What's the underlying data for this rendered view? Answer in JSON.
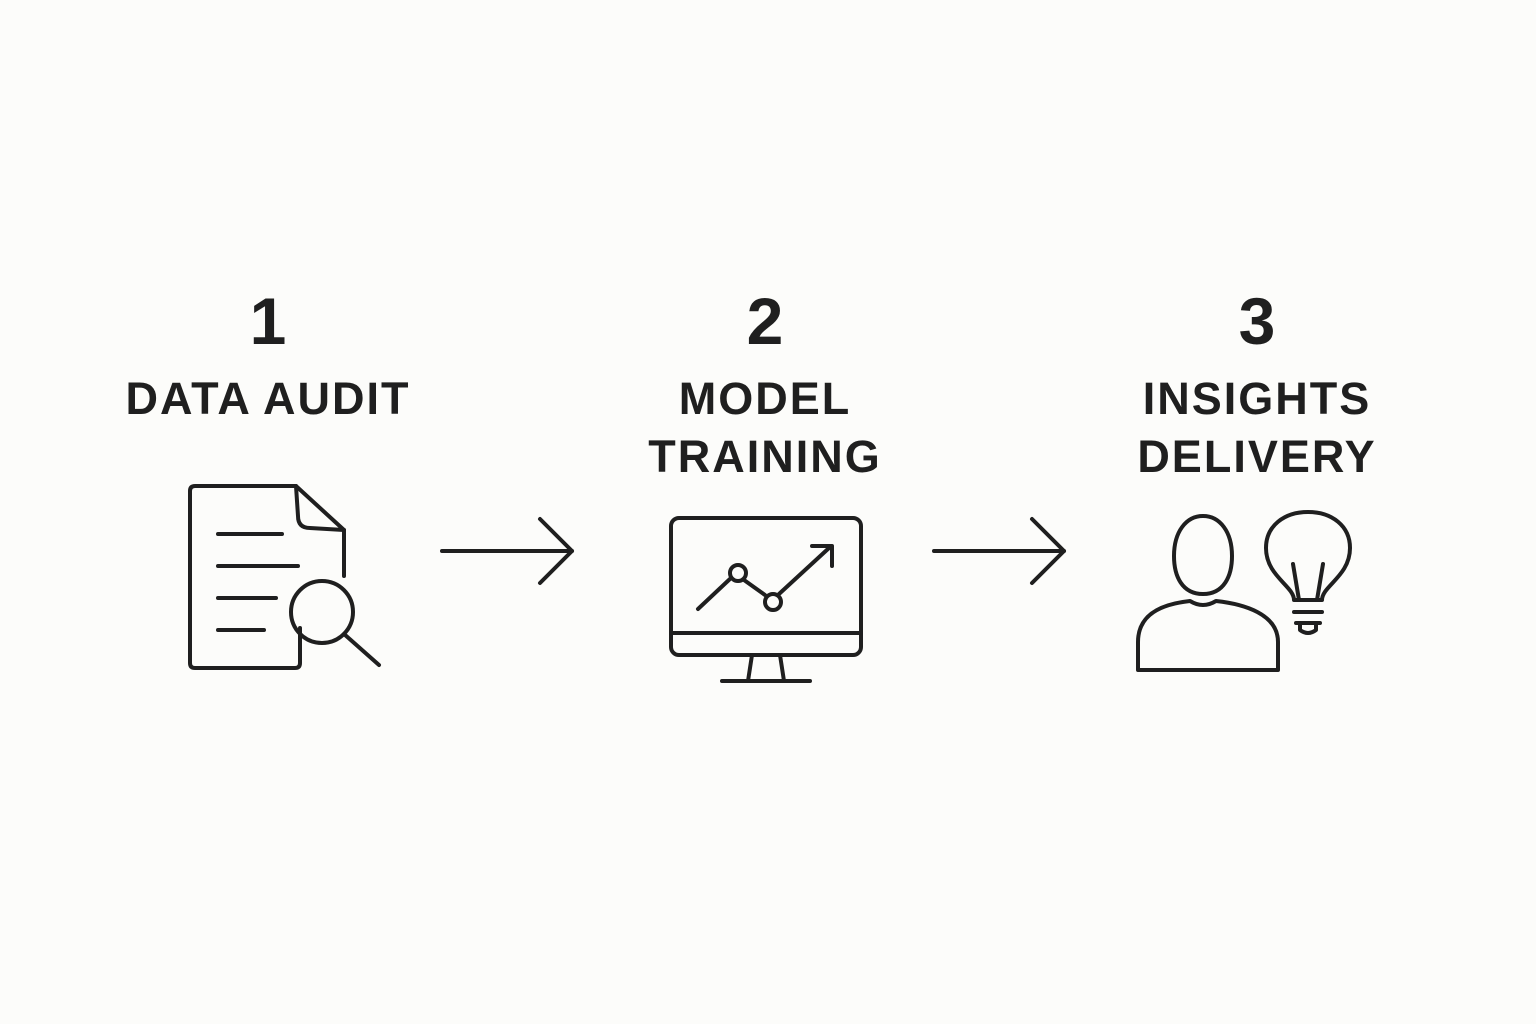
{
  "steps": [
    {
      "number": "1",
      "title_lines": [
        "DATA AUDIT"
      ],
      "icon": "document-search-icon"
    },
    {
      "number": "2",
      "title_lines": [
        "MODEL",
        "TRAINING"
      ],
      "icon": "monitor-chart-icon"
    },
    {
      "number": "3",
      "title_lines": [
        "INSIGHTS",
        "DELIVERY"
      ],
      "icon": "person-lightbulb-icon"
    }
  ],
  "connectors": [
    "right-arrow-icon",
    "right-arrow-icon"
  ],
  "colors": {
    "background": "#fcfcfa",
    "ink": "#1f1f1f"
  }
}
